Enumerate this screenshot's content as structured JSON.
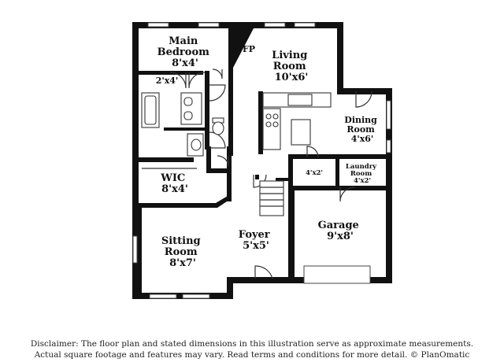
{
  "rooms": [
    {
      "id": "main-bedroom",
      "lines": [
        "Main",
        "Bedroom",
        "8'x4'"
      ]
    },
    {
      "id": "main-bath",
      "lines": [
        "2'x4'"
      ]
    },
    {
      "id": "fireplace",
      "lines": [
        "FP"
      ]
    },
    {
      "id": "living-room",
      "lines": [
        "Living",
        "Room",
        "10'x6'"
      ]
    },
    {
      "id": "dining-room",
      "lines": [
        "Dining",
        "Room",
        "4'x6'"
      ]
    },
    {
      "id": "closet",
      "lines": [
        "4'x2'"
      ]
    },
    {
      "id": "laundry-room",
      "lines": [
        "Laundry",
        "Room",
        "4'x2'"
      ]
    },
    {
      "id": "wic",
      "lines": [
        "WIC",
        "8'x4'"
      ]
    },
    {
      "id": "garage",
      "lines": [
        "Garage",
        "9'x8'"
      ]
    },
    {
      "id": "foyer",
      "lines": [
        "Foyer",
        "5'x5'"
      ]
    },
    {
      "id": "sitting-room",
      "lines": [
        "Sitting",
        "Room",
        "8'x7'"
      ]
    }
  ],
  "disclaimer": {
    "line1": "Disclaimer: The floor plan and stated dimensions in this illustration serve as approximate measurements.",
    "line2": "Actual square footage and features may vary. Read terms and conditions for more detail. © PlanOmatic"
  }
}
